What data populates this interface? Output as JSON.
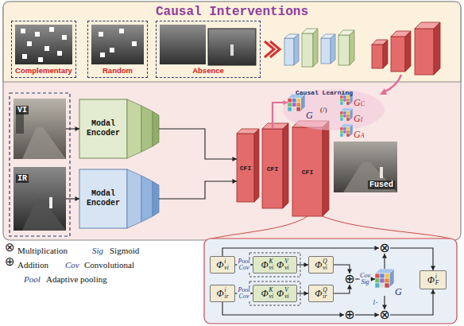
{
  "diagram": {
    "nodes": [
      {
        "text": [
          "Causal Interventions"
        ]
      },
      {
        "text": [
          "Complementary"
        ],
        "in": 0
      },
      {
        "text": [
          "Random"
        ],
        "in": 0
      },
      {
        "text": [
          "Absence"
        ],
        "in": 0
      },
      {
        "text": [
          "VI"
        ]
      },
      {
        "text": [
          "IR"
        ]
      },
      {
        "text": [
          "Modal Encoder"
        ]
      },
      {
        "text": [
          "Modal Encoder"
        ]
      },
      {
        "text": [
          "CFI"
        ]
      },
      {
        "text": [
          "CFI"
        ]
      },
      {
        "text": [
          "CFI"
        ]
      },
      {
        "text": [
          "Fused"
        ]
      },
      {
        "text": [
          "G"
        ]
      },
      {
        "text": [
          "G",
          "C"
        ]
      },
      {
        "text": [
          "G",
          "I"
        ]
      },
      {
        "text": [
          "G",
          "A"
        ]
      },
      {
        "text": [
          "Φ",
          "i",
          "vi"
        ]
      },
      {
        "text": [
          "Φ",
          "K",
          "vi",
          "Φ",
          "V",
          "vi"
        ]
      },
      {
        "text": [
          "Φ",
          "Q",
          "vi"
        ]
      },
      {
        "text": [
          "Φ",
          "K",
          "vi",
          "Φ",
          "V",
          "vi"
        ]
      },
      {
        "text": [
          "Φ",
          "Q",
          "ir"
        ]
      },
      {
        "text": [
          "Φ",
          "i",
          "ir"
        ]
      },
      {
        "text": [
          "⊕"
        ]
      },
      {
        "text": [
          "G"
        ]
      },
      {
        "text": [
          "⊗"
        ]
      },
      {
        "text": [
          "⊗"
        ]
      },
      {
        "text": [
          "⊕"
        ]
      },
      {
        "text": [
          "Φ",
          "i",
          "F"
        ]
      }
    ],
    "edges": [
      {
        "from": 4,
        "to": 6,
        "arrow": "to"
      },
      {
        "from": 5,
        "to": 7,
        "arrow": "to"
      },
      {
        "from": 6,
        "to": 8,
        "arrow": "to"
      },
      {
        "from": 7,
        "to": 8,
        "arrow": "to"
      },
      {
        "from": 9,
        "to": 12,
        "arrow": "to"
      },
      {
        "from": 16,
        "to": 17,
        "label": "Pool Cov",
        "arrow": "to"
      },
      {
        "from": 21,
        "to": 19,
        "label": "Pool Cov",
        "arrow": "to"
      },
      {
        "from": 17,
        "to": 18,
        "arrow": "to"
      },
      {
        "from": 19,
        "to": 20,
        "arrow": "to"
      },
      {
        "from": 18,
        "to": 22,
        "arrow": "to"
      },
      {
        "from": 20,
        "to": 22,
        "arrow": "to"
      },
      {
        "from": 22,
        "to": 23,
        "label": "Cov Sig",
        "arrow": "to"
      },
      {
        "from": 23,
        "to": 24,
        "arrow": "to"
      },
      {
        "from": 23,
        "to": 25,
        "label": "1-",
        "arrow": "to"
      },
      {
        "from": 16,
        "to": 24,
        "arrow": "to"
      },
      {
        "from": 21,
        "to": 26,
        "arrow": "to"
      },
      {
        "from": 26,
        "to": 25,
        "arrow": "to"
      },
      {
        "from": 24,
        "to": 27,
        "arrow": "to"
      },
      {
        "from": 25,
        "to": 27,
        "arrow": "to"
      }
    ],
    "labels": [
      "Causal Learning",
      "(/)",
      "⊗",
      "Sig",
      "⊕",
      "Cov",
      "Pool"
    ],
    "legend": [
      {
        "text": "Multiplication"
      },
      {
        "text": "Sigmoid"
      },
      {
        "text": "Addition"
      },
      {
        "text": "Convolutional"
      },
      {
        "text": "Adaptive pooling"
      }
    ]
  }
}
